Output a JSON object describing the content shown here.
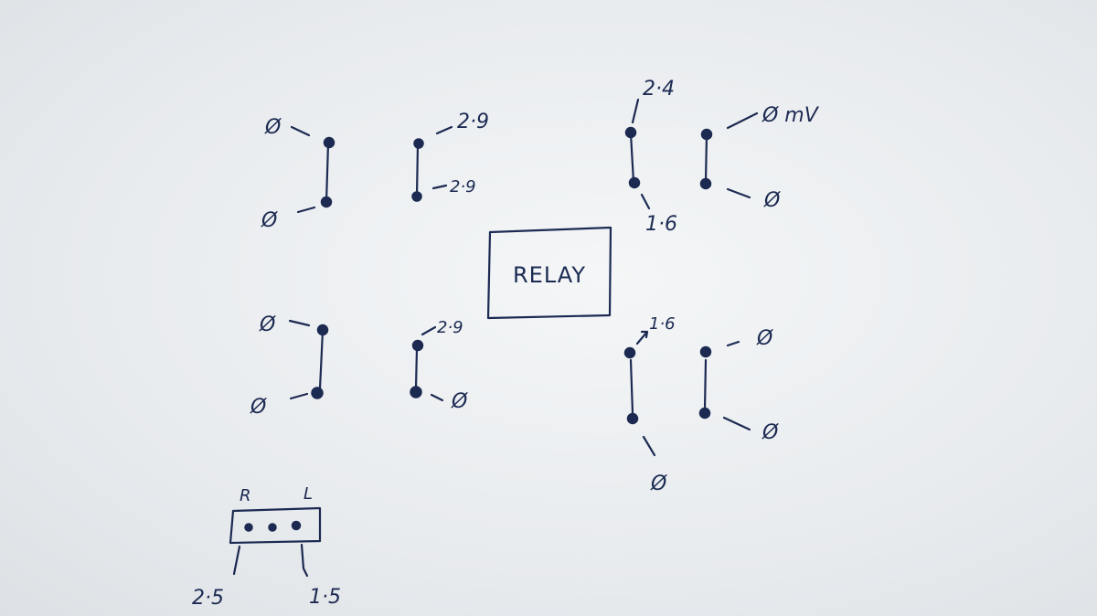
{
  "relay": {
    "label": "RELAY"
  },
  "labels": {
    "g1_top": "Ø",
    "g1_bot": "Ø",
    "g2_top": "2·9",
    "g2_bot": "2·9",
    "g3_top": "2·4",
    "g3_bot": "1·6",
    "g4_top": "Ø mV",
    "g4_bot": "Ø",
    "g5_top": "Ø",
    "g5_bot": "Ø",
    "g6_top": "2·9",
    "g6_bot": "Ø",
    "g7_top": "1·6",
    "g7_bot": "Ø",
    "g8_top": "Ø",
    "g8_bot": "Ø"
  },
  "connector": {
    "left_label": "R",
    "right_label": "L",
    "left_value": "2·5",
    "right_value": "1·5"
  },
  "colors": {
    "ink": "#1c2a52",
    "paper": "#eef0f2"
  }
}
